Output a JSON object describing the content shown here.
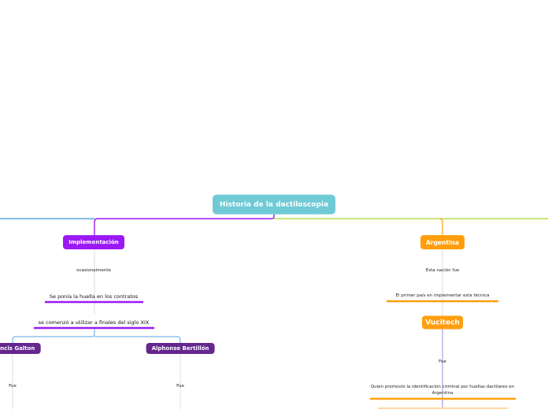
{
  "root": "Historia de la dactiloscopia",
  "left_branch": {
    "title": "Implementación",
    "link_1": "ocasionalmente",
    "item_1": "Se ponía la huella en los contratos",
    "item_2": "se comenzó a utilizar a finales del siglo XIX",
    "child_1": {
      "title": "Francis Galton",
      "link": "Fue"
    },
    "child_2": {
      "title": "Alphonse Bertillón",
      "link": "Fue"
    }
  },
  "right_branch": {
    "title": "Argentina",
    "link_1": "Esta nación fue",
    "item_1": "El primer país en implementar esta técnica",
    "child": {
      "title": "Vucitech",
      "link": "Fue",
      "item": "Quien promovió la identificación criminal por huellas dactilares en Argentina"
    }
  },
  "colors": {
    "root": "#6fcad6",
    "purple": "#9b19f5",
    "dark_purple": "#64278e",
    "orange": "#ff9e0d",
    "blue_line": "#5aa6e0",
    "lime_line": "#b6e04a"
  }
}
